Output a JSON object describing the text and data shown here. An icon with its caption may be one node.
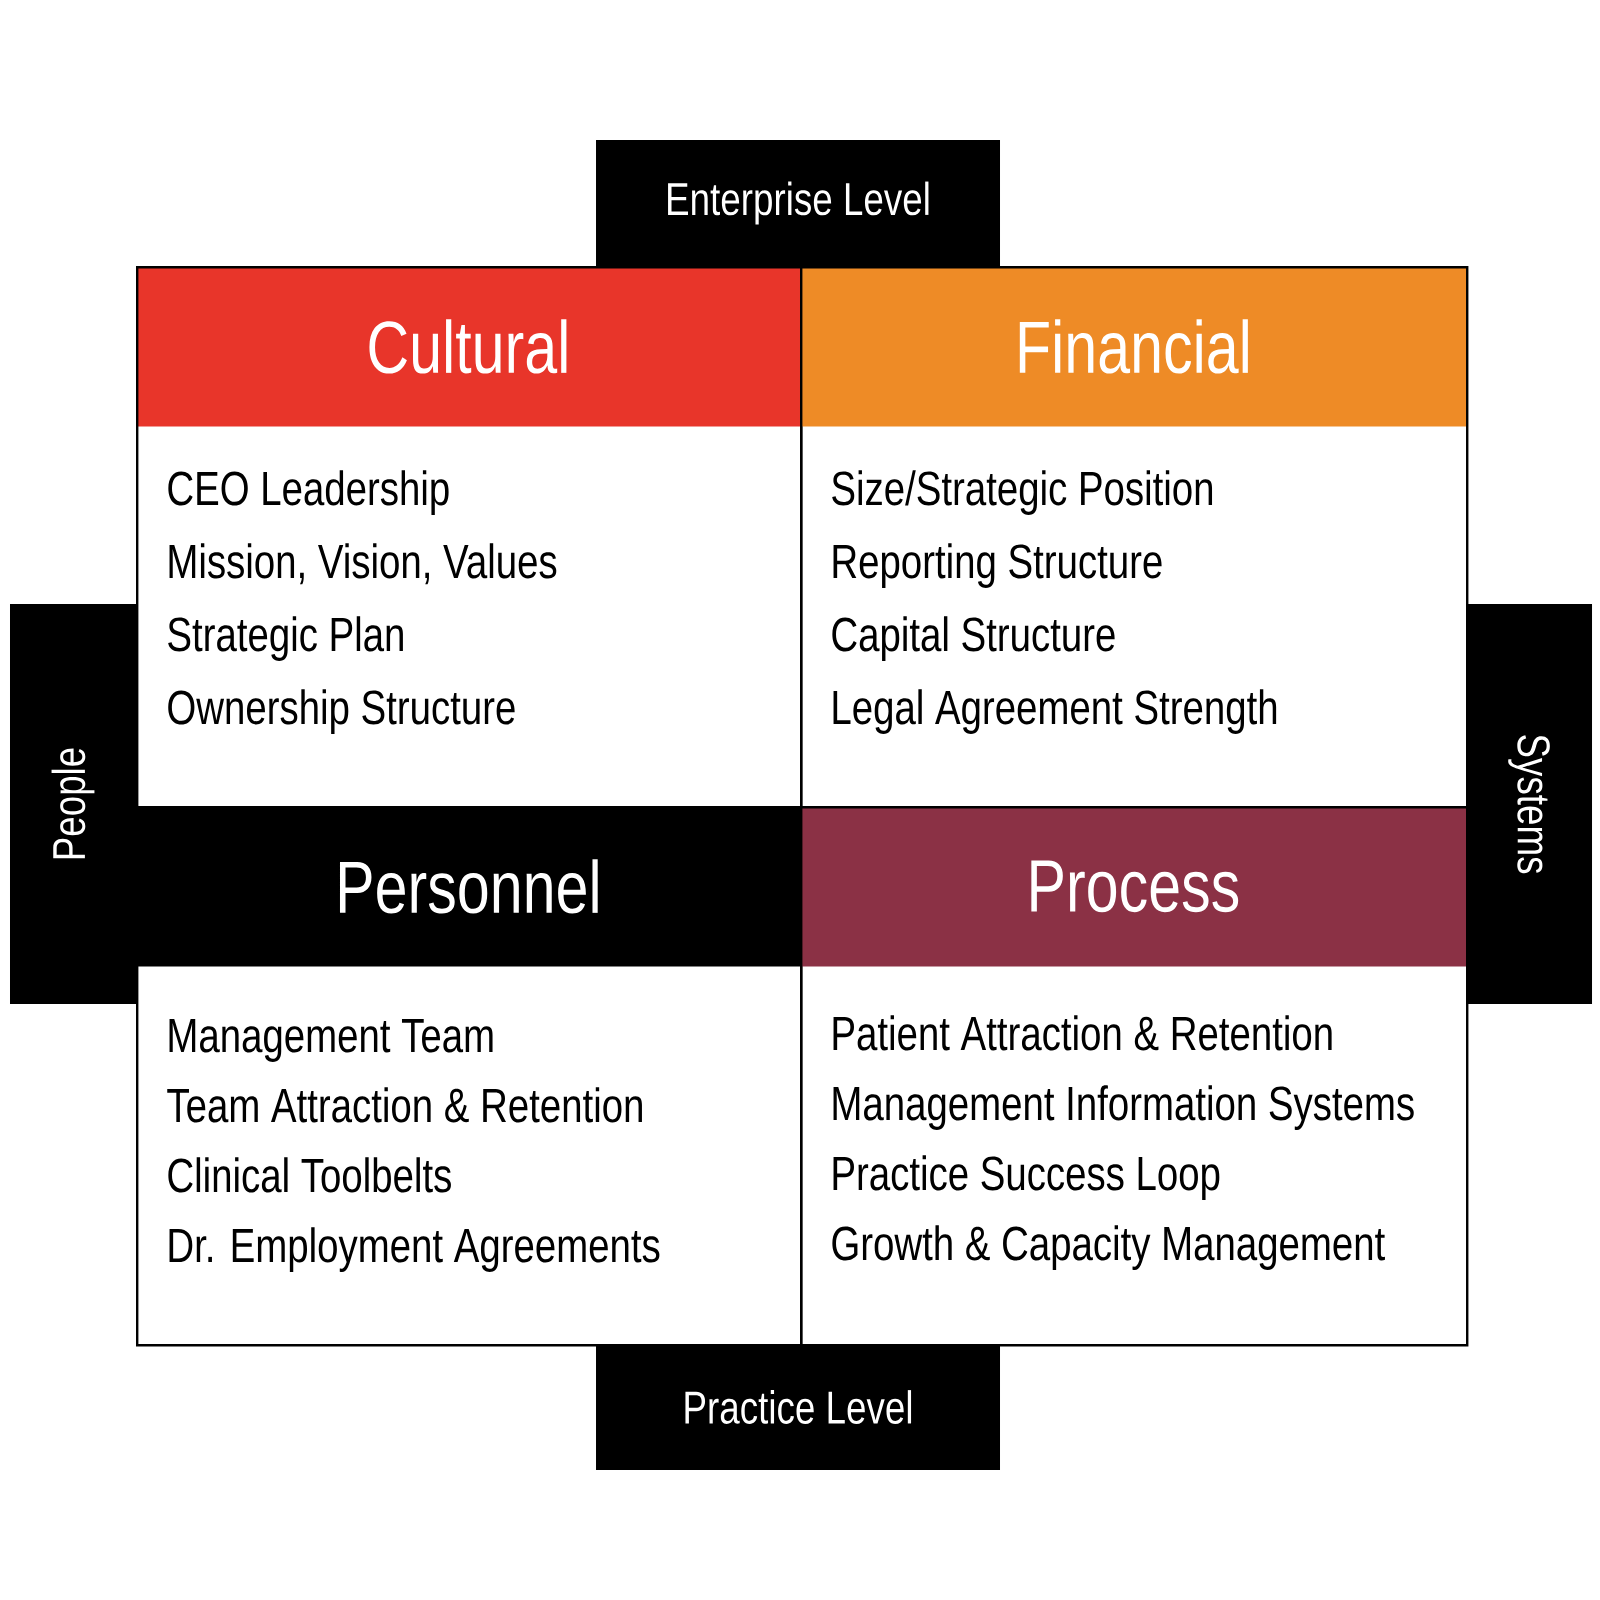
{
  "diagram": {
    "nodes": [
      {
        "text": [
          "Enterprise Level"
        ]
      },
      {
        "text": [
          "Cultural",
          "CEO Leadership",
          "Mission, Vision, Values",
          "Strategic Plan",
          "Ownership Structure"
        ]
      },
      {
        "text": [
          "Financial",
          "Size/Strategic Position",
          "Reporting Structure",
          "Capital Structure",
          "Legal Agreement Strength"
        ]
      },
      {
        "text": [
          "People"
        ]
      },
      {
        "text": [
          "Systems"
        ]
      },
      {
        "text": [
          "Personnel",
          "Management Team",
          "Team Attraction & Retention",
          "Clinical Toolbelts",
          "Dr. Employment Agreements"
        ]
      },
      {
        "text": [
          "Process",
          "Patient Attraction & Retention",
          "Management Information Systems",
          "Practice Success Loop",
          "Growth & Capacity Management"
        ]
      },
      {
        "text": [
          "Practice Level"
        ]
      }
    ]
  }
}
